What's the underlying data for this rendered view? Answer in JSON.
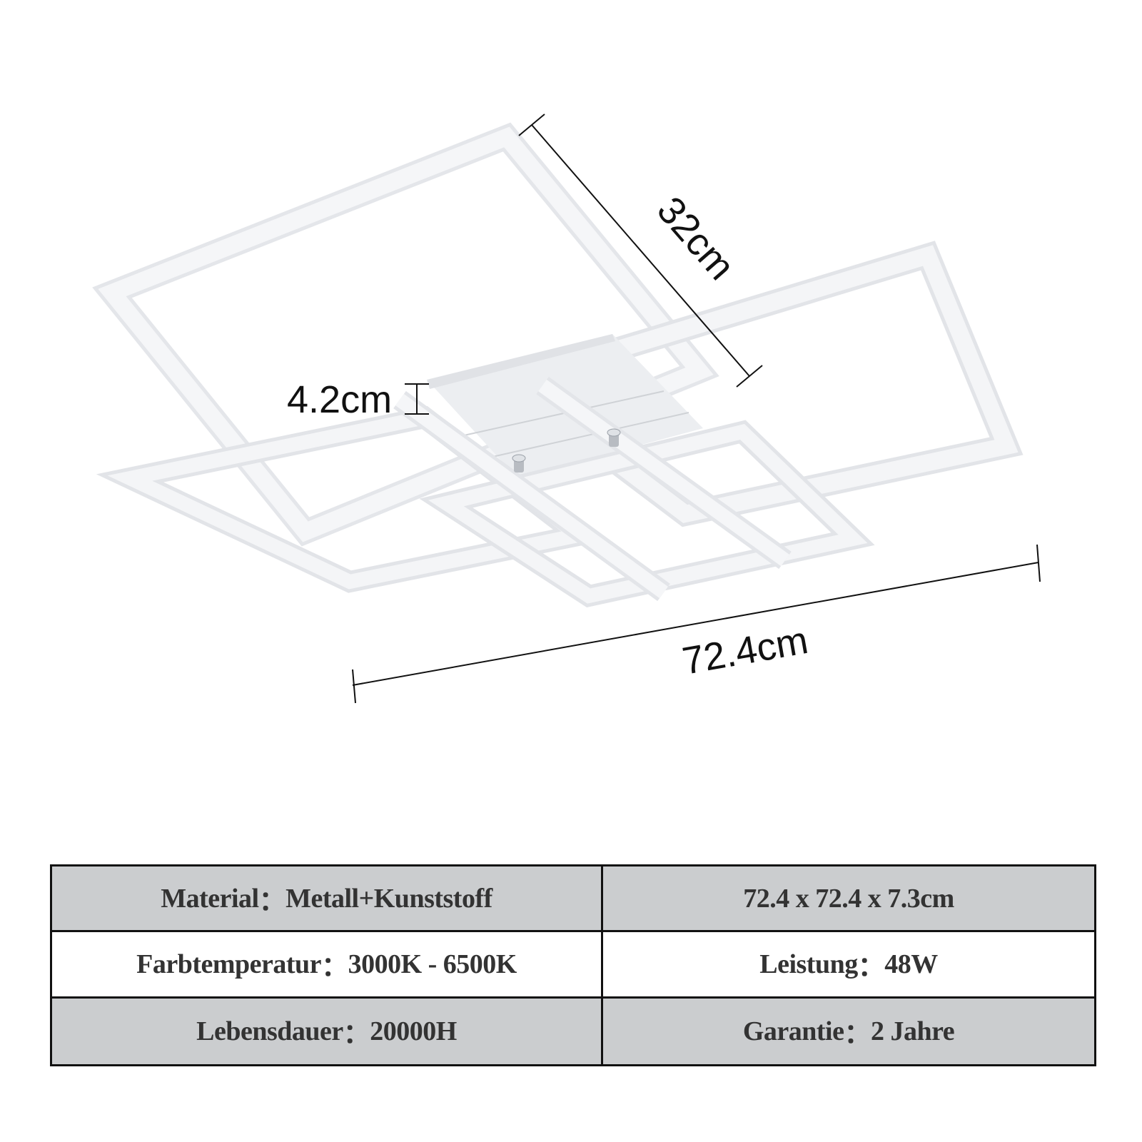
{
  "dimensions": {
    "depth": "32cm",
    "height": "4.2cm",
    "width": "72.4cm"
  },
  "colors": {
    "frame_white": "#f3f4f6",
    "frame_shadow": "#dcdee2",
    "table_shade": "#cbcdcf",
    "text_dark": "#333333",
    "line": "#111111"
  },
  "spec_table": {
    "rows": [
      {
        "left": {
          "label": "Material",
          "sep": "：",
          "value": "Metall+Kunststoff"
        },
        "right": {
          "text": "72.4 x 72.4 x 7.3cm"
        }
      },
      {
        "left": {
          "label": "Farbtemperatur",
          "sep": "：",
          "value": "3000K - 6500K"
        },
        "right": {
          "label": "Leistung",
          "sep": "：",
          "value": "48W"
        }
      },
      {
        "left": {
          "label": "Lebensdauer",
          "sep": "：",
          "value": "20000H"
        },
        "right": {
          "label": "Garantie",
          "sep": "：",
          "value": "2 Jahre"
        }
      }
    ]
  }
}
